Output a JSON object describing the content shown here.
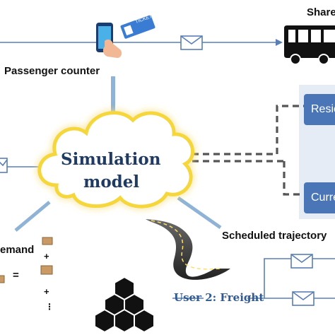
{
  "labels": {
    "shared": "Share",
    "passenger_counter": "Passenger counter",
    "cloud_line1": "Simulation",
    "cloud_line2": "model",
    "box_top": "Resic",
    "box_bottom": "Curre",
    "scheduled": "Scheduled trajectory",
    "demand": "emand",
    "user2": "User 2: Freight",
    "ticket": "TICKET",
    "equals": "=",
    "plus": "+",
    "dots": "⋮"
  },
  "colors": {
    "link_line": "#5a7fb5",
    "cloud_fill": "#ffffff",
    "cloud_glow": "#f5d63a",
    "panel_bg": "#e6ecf5",
    "box_fill": "#4a76b8",
    "dashed": "#555555",
    "freight_text": "#2f5a94"
  },
  "icons": [
    "phone-icon",
    "ticket-icon",
    "envelope-icon",
    "bus-icon",
    "road-icon",
    "boxes-icon",
    "parcel-icon"
  ]
}
